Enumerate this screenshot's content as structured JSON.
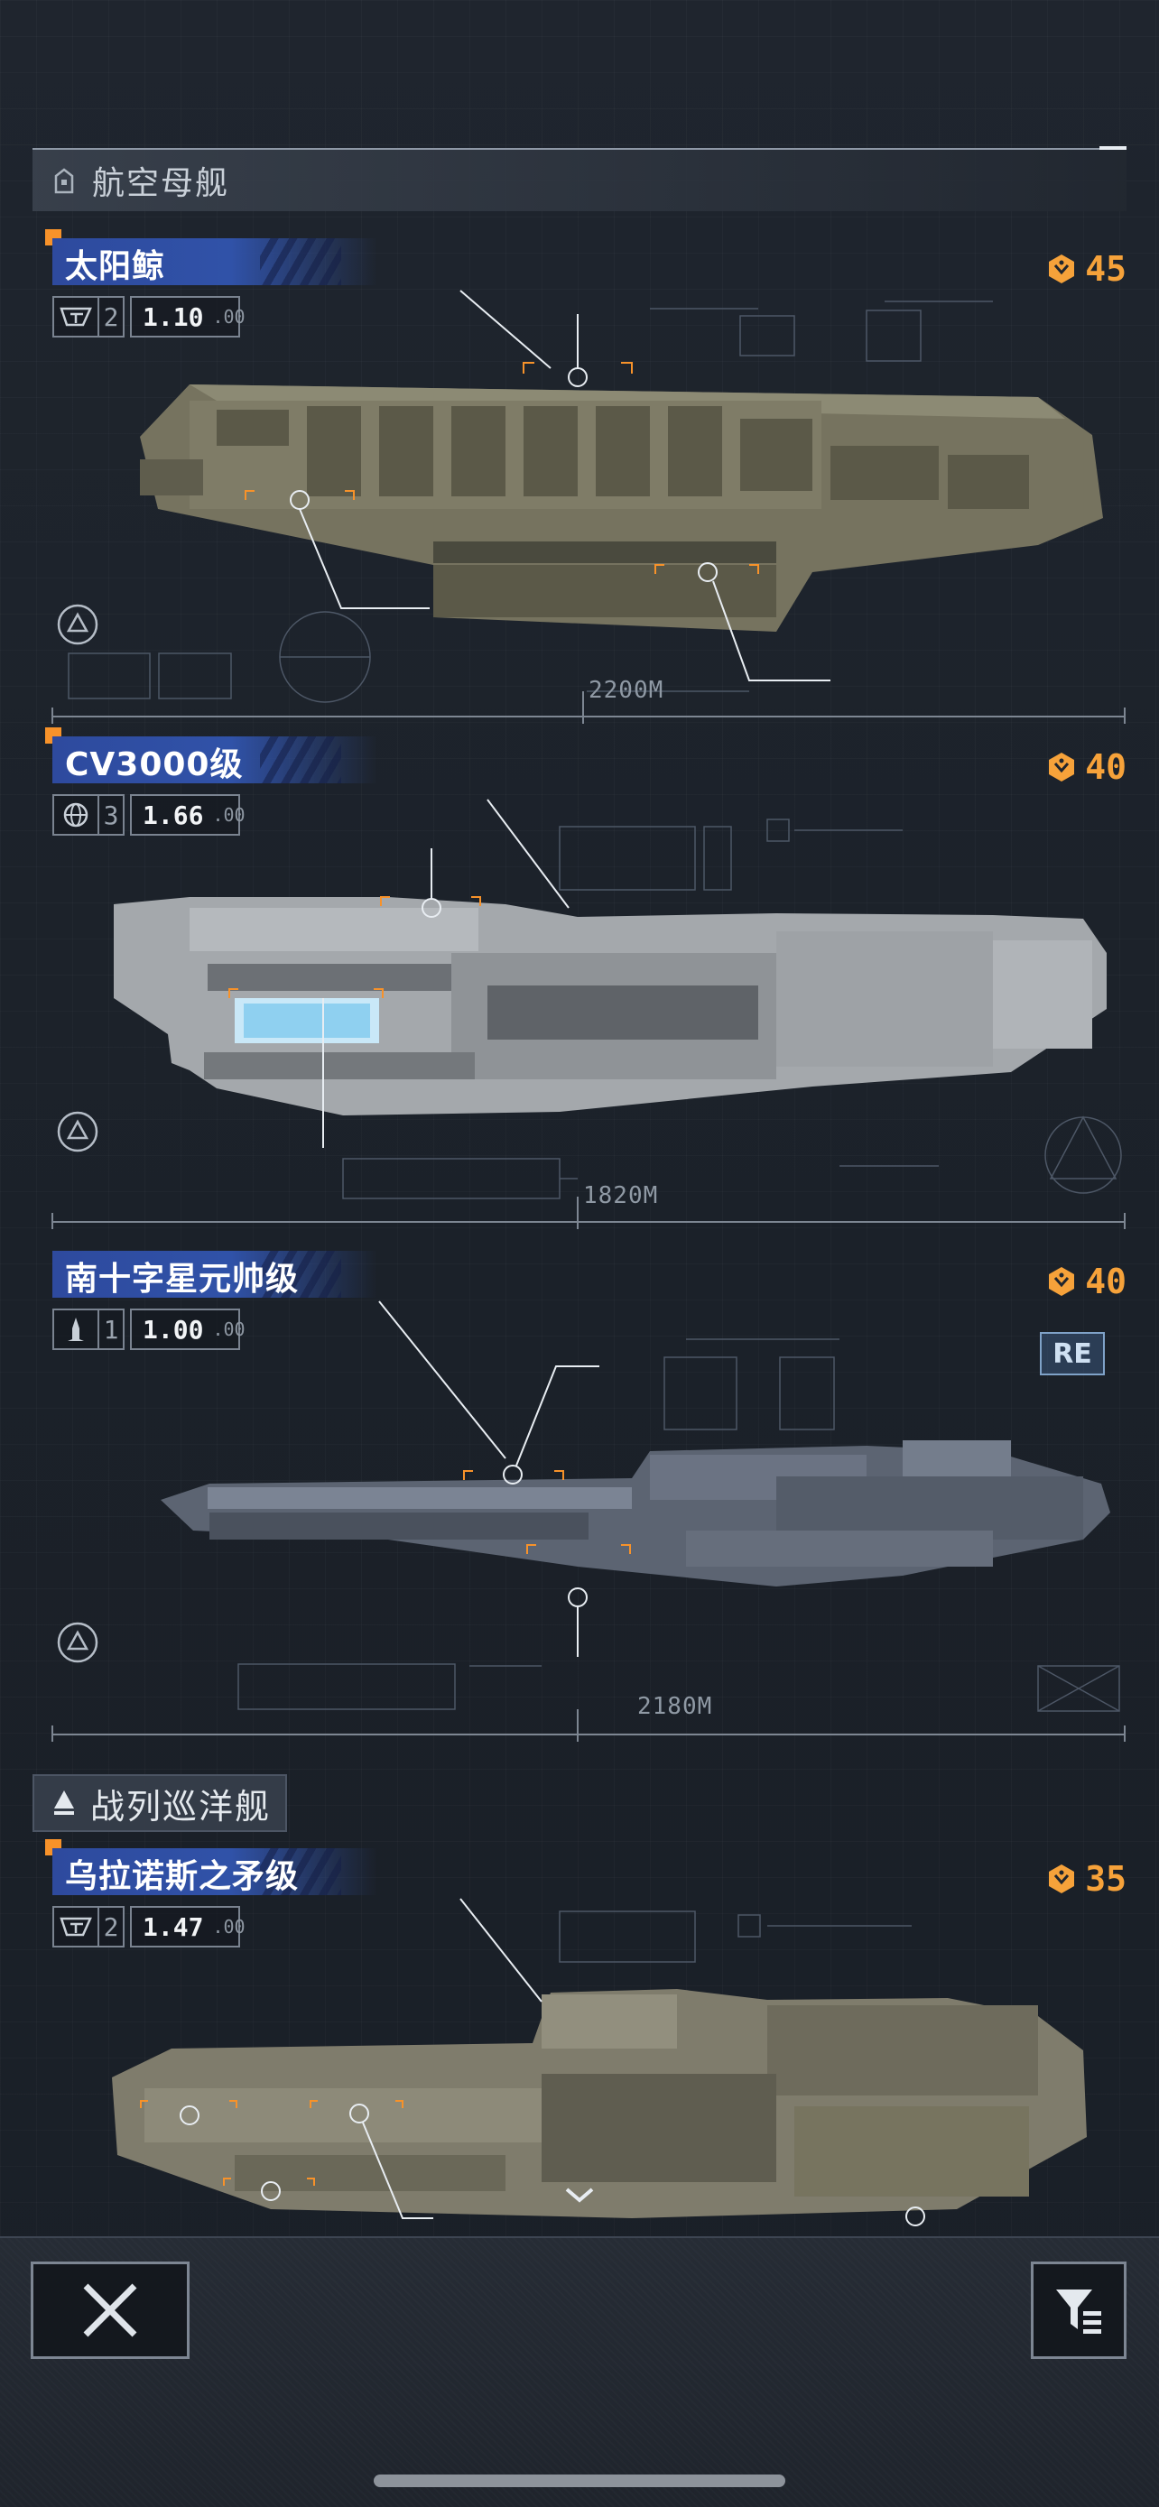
{
  "categories": {
    "carrier": {
      "title": "航空母舰",
      "icon": "carrier-category-icon"
    },
    "battlecruiser": {
      "title": "战列巡洋舰",
      "icon": "battlecruiser-category-icon"
    }
  },
  "ships": [
    {
      "name": "太阳鲸",
      "tier": "2",
      "value": "1.10",
      "decimals": ".00",
      "cost": "45",
      "length": "2200M",
      "stat_icon": "faction-badge-icon"
    },
    {
      "name": "CV3000级",
      "tier": "3",
      "value": "1.66",
      "decimals": ".00",
      "cost": "40",
      "length": "1820M",
      "stat_icon": "globe-icon"
    },
    {
      "name": "南十字星元帅级",
      "tier": "1",
      "value": "1.00",
      "decimals": ".00",
      "cost": "40",
      "length": "2180M",
      "stat_icon": "rocket-icon",
      "badge": "RE"
    },
    {
      "name": "乌拉诺斯之矛级",
      "tier": "2",
      "value": "1.47",
      "decimals": ".00",
      "cost": "35",
      "stat_icon": "faction-badge-icon"
    }
  ],
  "colors": {
    "accent_orange": "#f7922a",
    "cost_gold": "#f6a23a",
    "name_band": "#3052a8"
  }
}
